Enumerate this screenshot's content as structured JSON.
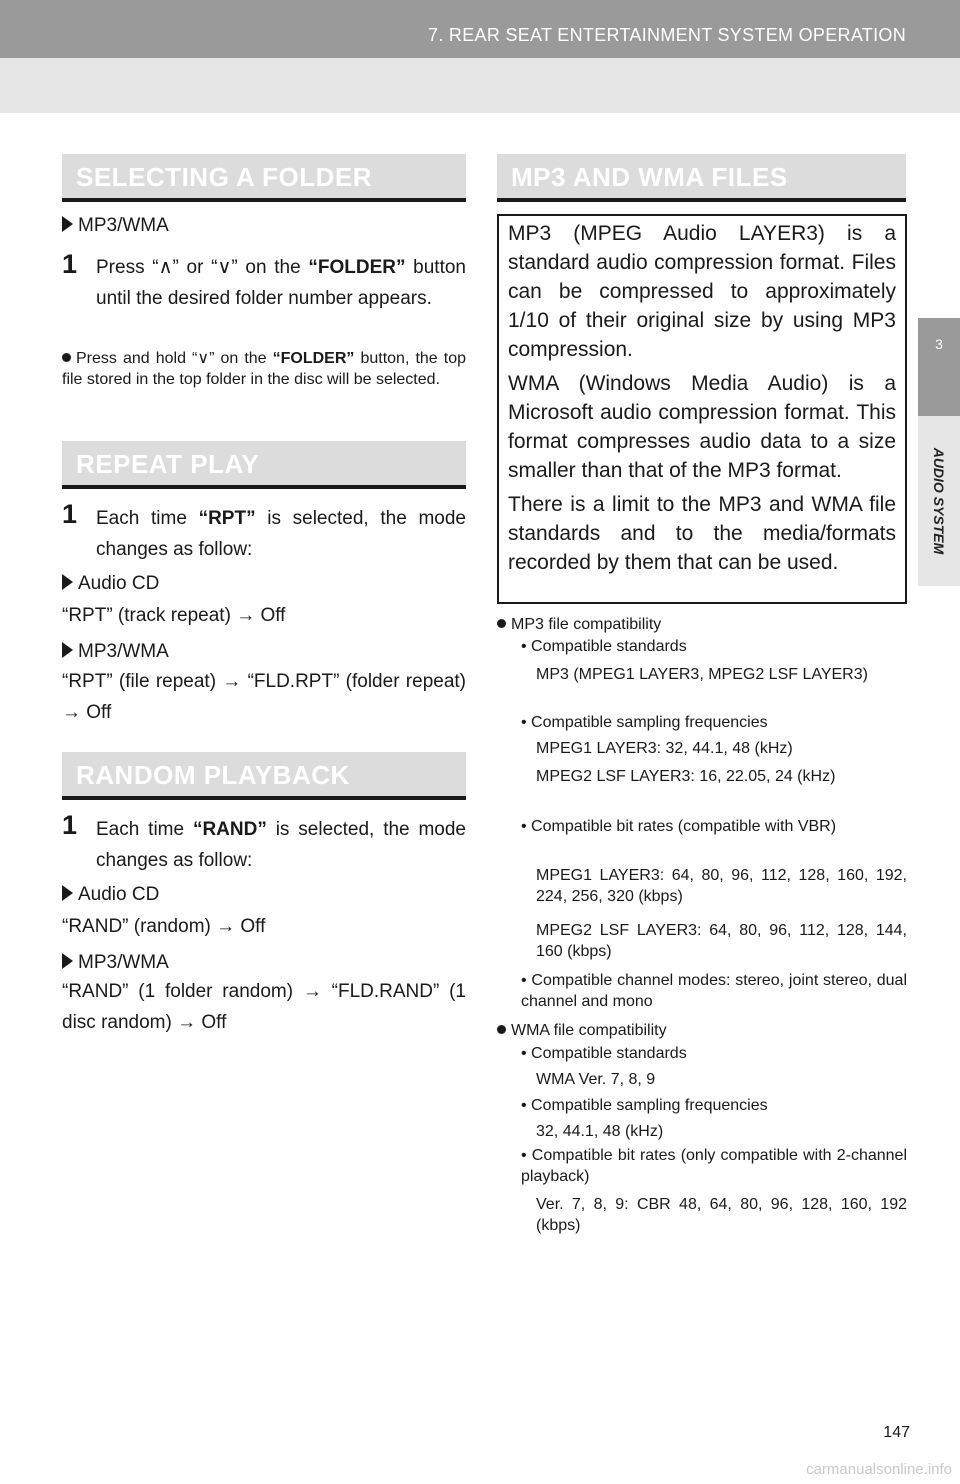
{
  "header": {
    "title": "7. REAR SEAT ENTERTAINMENT SYSTEM OPERATION"
  },
  "side_tab": {
    "number": "3",
    "label": "AUDIO SYSTEM"
  },
  "left": {
    "s1": {
      "heading": "SELECTING A FOLDER",
      "sub": "MP3/WMA",
      "step_num": "1",
      "step_a": "Press “∧” or “∨” on the ",
      "step_key": "“FOLDER”",
      "step_b": " button until the desired folder number appears.",
      "note_a": "Press and hold “∨” on the ",
      "note_key": "“FOLDER”",
      "note_b": " button, the top file stored in the top folder in the disc will be selected."
    },
    "s2": {
      "heading": "REPEAT PLAY",
      "step_num": "1",
      "step_a": "Each time ",
      "step_key": "“RPT”",
      "step_b": " is selected, the mode changes as follow:",
      "sub1": "Audio CD",
      "line1": "“RPT” (track repeat) → Off",
      "sub2": "MP3/WMA",
      "line2": "“RPT” (file repeat) → “FLD.RPT” (folder repeat) → Off"
    },
    "s3": {
      "heading": "RANDOM PLAYBACK",
      "step_num": "1",
      "step_a": "Each time ",
      "step_key": "“RAND”",
      "step_b": " is selected, the mode changes as follow:",
      "sub1": "Audio CD",
      "line1": "“RAND” (random) → Off",
      "sub2": "MP3/WMA",
      "line2": "“RAND” (1 folder random) → “FLD.RAND” (1 disc random) → Off"
    }
  },
  "right": {
    "heading": "MP3 AND WMA FILES",
    "box_p1": "MP3 (MPEG Audio LAYER3) is a standard audio compression format. Files can be compressed to approximately 1/10 of their original size by using MP3 compression.",
    "box_p2": "WMA (Windows Media Audio) is a Microsoft audio compression format. This format compresses audio data to a size smaller than that of the MP3 format.",
    "box_p3": "There is a limit to the MP3 and WMA file standards and to the media/formats recorded by them that can be used.",
    "mp3_title": "MP3 file compatibility",
    "mp3_std_label": "• Compatible standards",
    "mp3_std_val": "MP3 (MPEG1 LAYER3, MPEG2 LSF LAYER3)",
    "mp3_freq_label": "• Compatible sampling frequencies",
    "mp3_freq_val1": "MPEG1 LAYER3: 32, 44.1, 48 (kHz)",
    "mp3_freq_val2": "MPEG2 LSF LAYER3: 16, 22.05, 24 (kHz)",
    "mp3_rate_label": "• Compatible bit rates (compatible with VBR)",
    "mp3_rate_val1": "MPEG1 LAYER3: 64, 80, 96, 112, 128, 160, 192, 224, 256, 320 (kbps)",
    "mp3_rate_val2": "MPEG2 LSF LAYER3: 64, 80, 96, 112, 128, 144, 160 (kbps)",
    "mp3_chan": "• Compatible channel modes: stereo, joint stereo, dual channel and mono",
    "wma_title": "WMA file compatibility",
    "wma_std_label": "• Compatible standards",
    "wma_std_val": "WMA Ver. 7, 8, 9",
    "wma_freq_label": "• Compatible sampling frequencies",
    "wma_freq_val": "32, 44.1, 48 (kHz)",
    "wma_rate_label": "• Compatible bit rates (only compatible with 2-channel playback)",
    "wma_rate_val": "Ver. 7, 8, 9: CBR 48, 64, 80, 96, 128, 160, 192 (kbps)"
  },
  "footer": {
    "page_number": "147",
    "watermark": "carmanualsonline.info"
  }
}
